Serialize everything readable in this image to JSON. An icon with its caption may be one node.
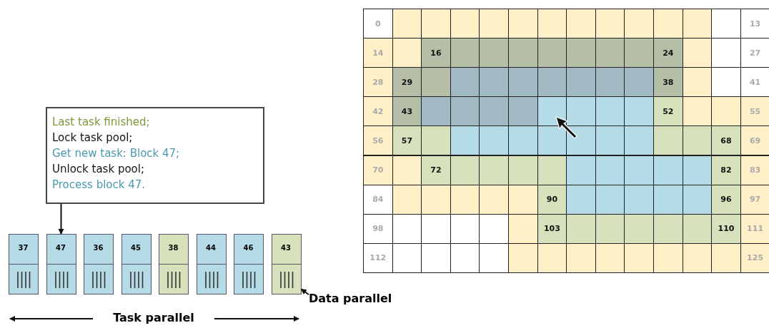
{
  "diagram": {
    "nodes": [
      {
        "text": [
          "Last task finished;",
          "Lock task pool;",
          "Get new task: Block 47;",
          "Unlock task pool;",
          "Process block 47."
        ]
      },
      {
        "text": [
          "37"
        ]
      },
      {
        "text": [],
        "shape": "box",
        "in": 1
      },
      {
        "text": [
          "47"
        ]
      },
      {
        "text": [],
        "shape": "box",
        "in": 3
      },
      {
        "text": [
          "36"
        ]
      },
      {
        "text": [],
        "shape": "box",
        "in": 5
      },
      {
        "text": [
          "45"
        ]
      },
      {
        "text": [],
        "shape": "box",
        "in": 7
      },
      {
        "text": [
          "38"
        ]
      },
      {
        "text": [],
        "shape": "box",
        "in": 9
      },
      {
        "text": [
          "44"
        ]
      },
      {
        "text": [],
        "shape": "box",
        "in": 11
      },
      {
        "text": [
          "46"
        ]
      },
      {
        "text": [],
        "shape": "box",
        "in": 13
      },
      {
        "text": [
          "43"
        ]
      },
      {
        "text": [],
        "shape": "box",
        "in": 15
      },
      {
        "text": [
          "Data parallel"
        ]
      }
    ],
    "edges": [
      {
        "from": 0,
        "to": 3,
        "arrow": "to"
      },
      {
        "from": 17,
        "to": 16,
        "arrow": "to"
      }
    ],
    "labels": [
      "0",
      "13",
      "14",
      "16",
      "24",
      "27",
      "28",
      "29",
      "38",
      "41",
      "42",
      "43",
      "52",
      "55",
      "56",
      "57",
      "68",
      "69",
      "70",
      "72",
      "82",
      "83",
      "84",
      "90",
      "96",
      "97",
      "98",
      "103",
      "110",
      "111",
      "112",
      "125",
      "Task parallel"
    ]
  }
}
